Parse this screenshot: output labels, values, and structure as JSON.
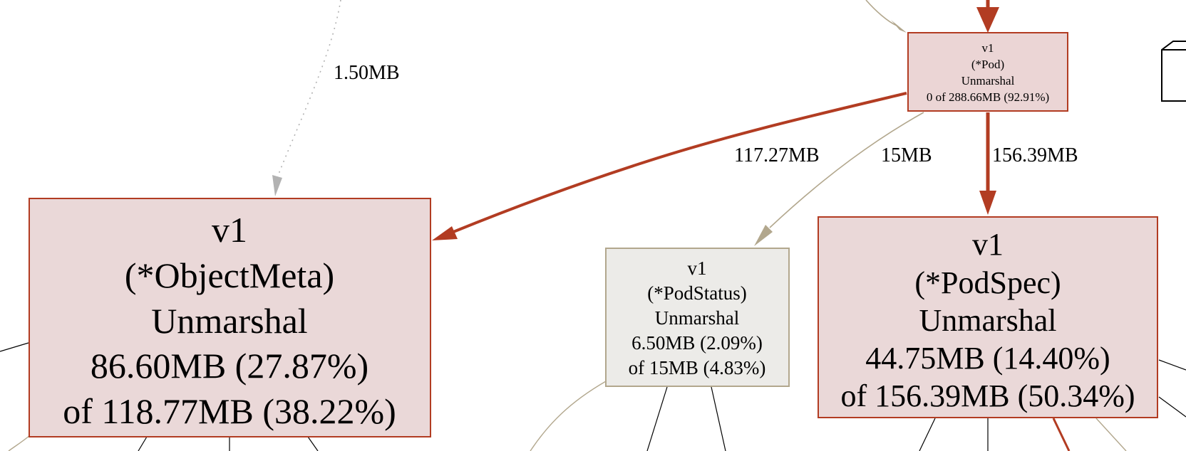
{
  "colors": {
    "hot_edge": "#b23c22",
    "hot_border": "#b23c22",
    "hot_fill": "#ead8d8",
    "hot_fill_strong": "#ebd5d5",
    "tan_edge": "#b2a78d",
    "tan_border": "#b2a78d",
    "tan_fill": "#ecebe8",
    "gray_edge": "#b2b2b2",
    "black_edge": "#000000"
  },
  "nodes": {
    "pod": {
      "package": "v1",
      "receiver": "(*Pod)",
      "func": "Unmarshal",
      "flat": "0 of 288.66MB (92.91%)"
    },
    "object_meta": {
      "package": "v1",
      "receiver": "(*ObjectMeta)",
      "func": "Unmarshal",
      "flat": "86.60MB (27.87%)",
      "cum": "of 118.77MB (38.22%)"
    },
    "pod_status": {
      "package": "v1",
      "receiver": "(*PodStatus)",
      "func": "Unmarshal",
      "flat": "6.50MB (2.09%)",
      "cum": "of 15MB (4.83%)"
    },
    "pod_spec": {
      "package": "v1",
      "receiver": "(*PodSpec)",
      "func": "Unmarshal",
      "flat": "44.75MB (14.40%)",
      "cum": "of 156.39MB (50.34%)"
    }
  },
  "edges": {
    "to_object_meta_dotted": "1.50MB",
    "pod_to_object_meta": "117.27MB",
    "pod_to_pod_status": "15MB",
    "pod_to_pod_spec": "156.39MB"
  }
}
